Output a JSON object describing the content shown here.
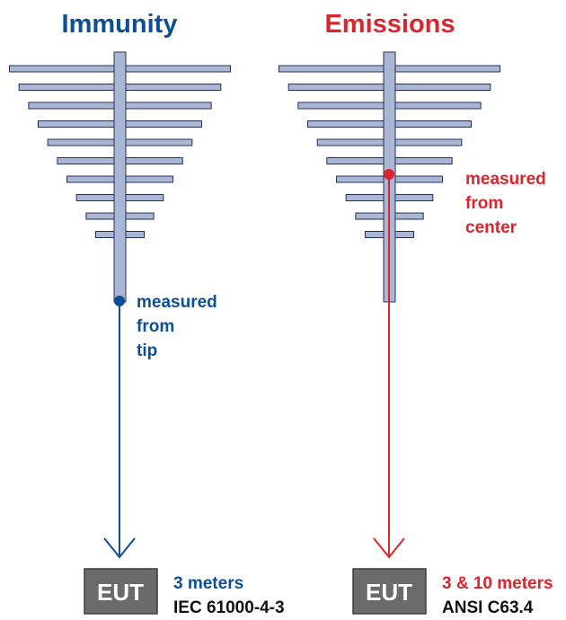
{
  "colors": {
    "immunity": "#0d4e94",
    "emissions": "#d9252e",
    "element_fill": "#a9b6d4",
    "element_stroke": "#2b2f57",
    "eut_fill": "#6b6b6b",
    "spec_text": "#111111"
  },
  "immunity": {
    "title": "Immunity",
    "note_lines": [
      "measured",
      "from",
      "tip"
    ],
    "distance": "3 meters",
    "standard": "IEC 61000-4-3",
    "eut_label": "EUT"
  },
  "emissions": {
    "title": "Emissions",
    "note_lines": [
      "measured",
      "from",
      "center"
    ],
    "distance": "3 & 10 meters",
    "standard": "ANSI C63.4",
    "eut_label": "EUT"
  }
}
